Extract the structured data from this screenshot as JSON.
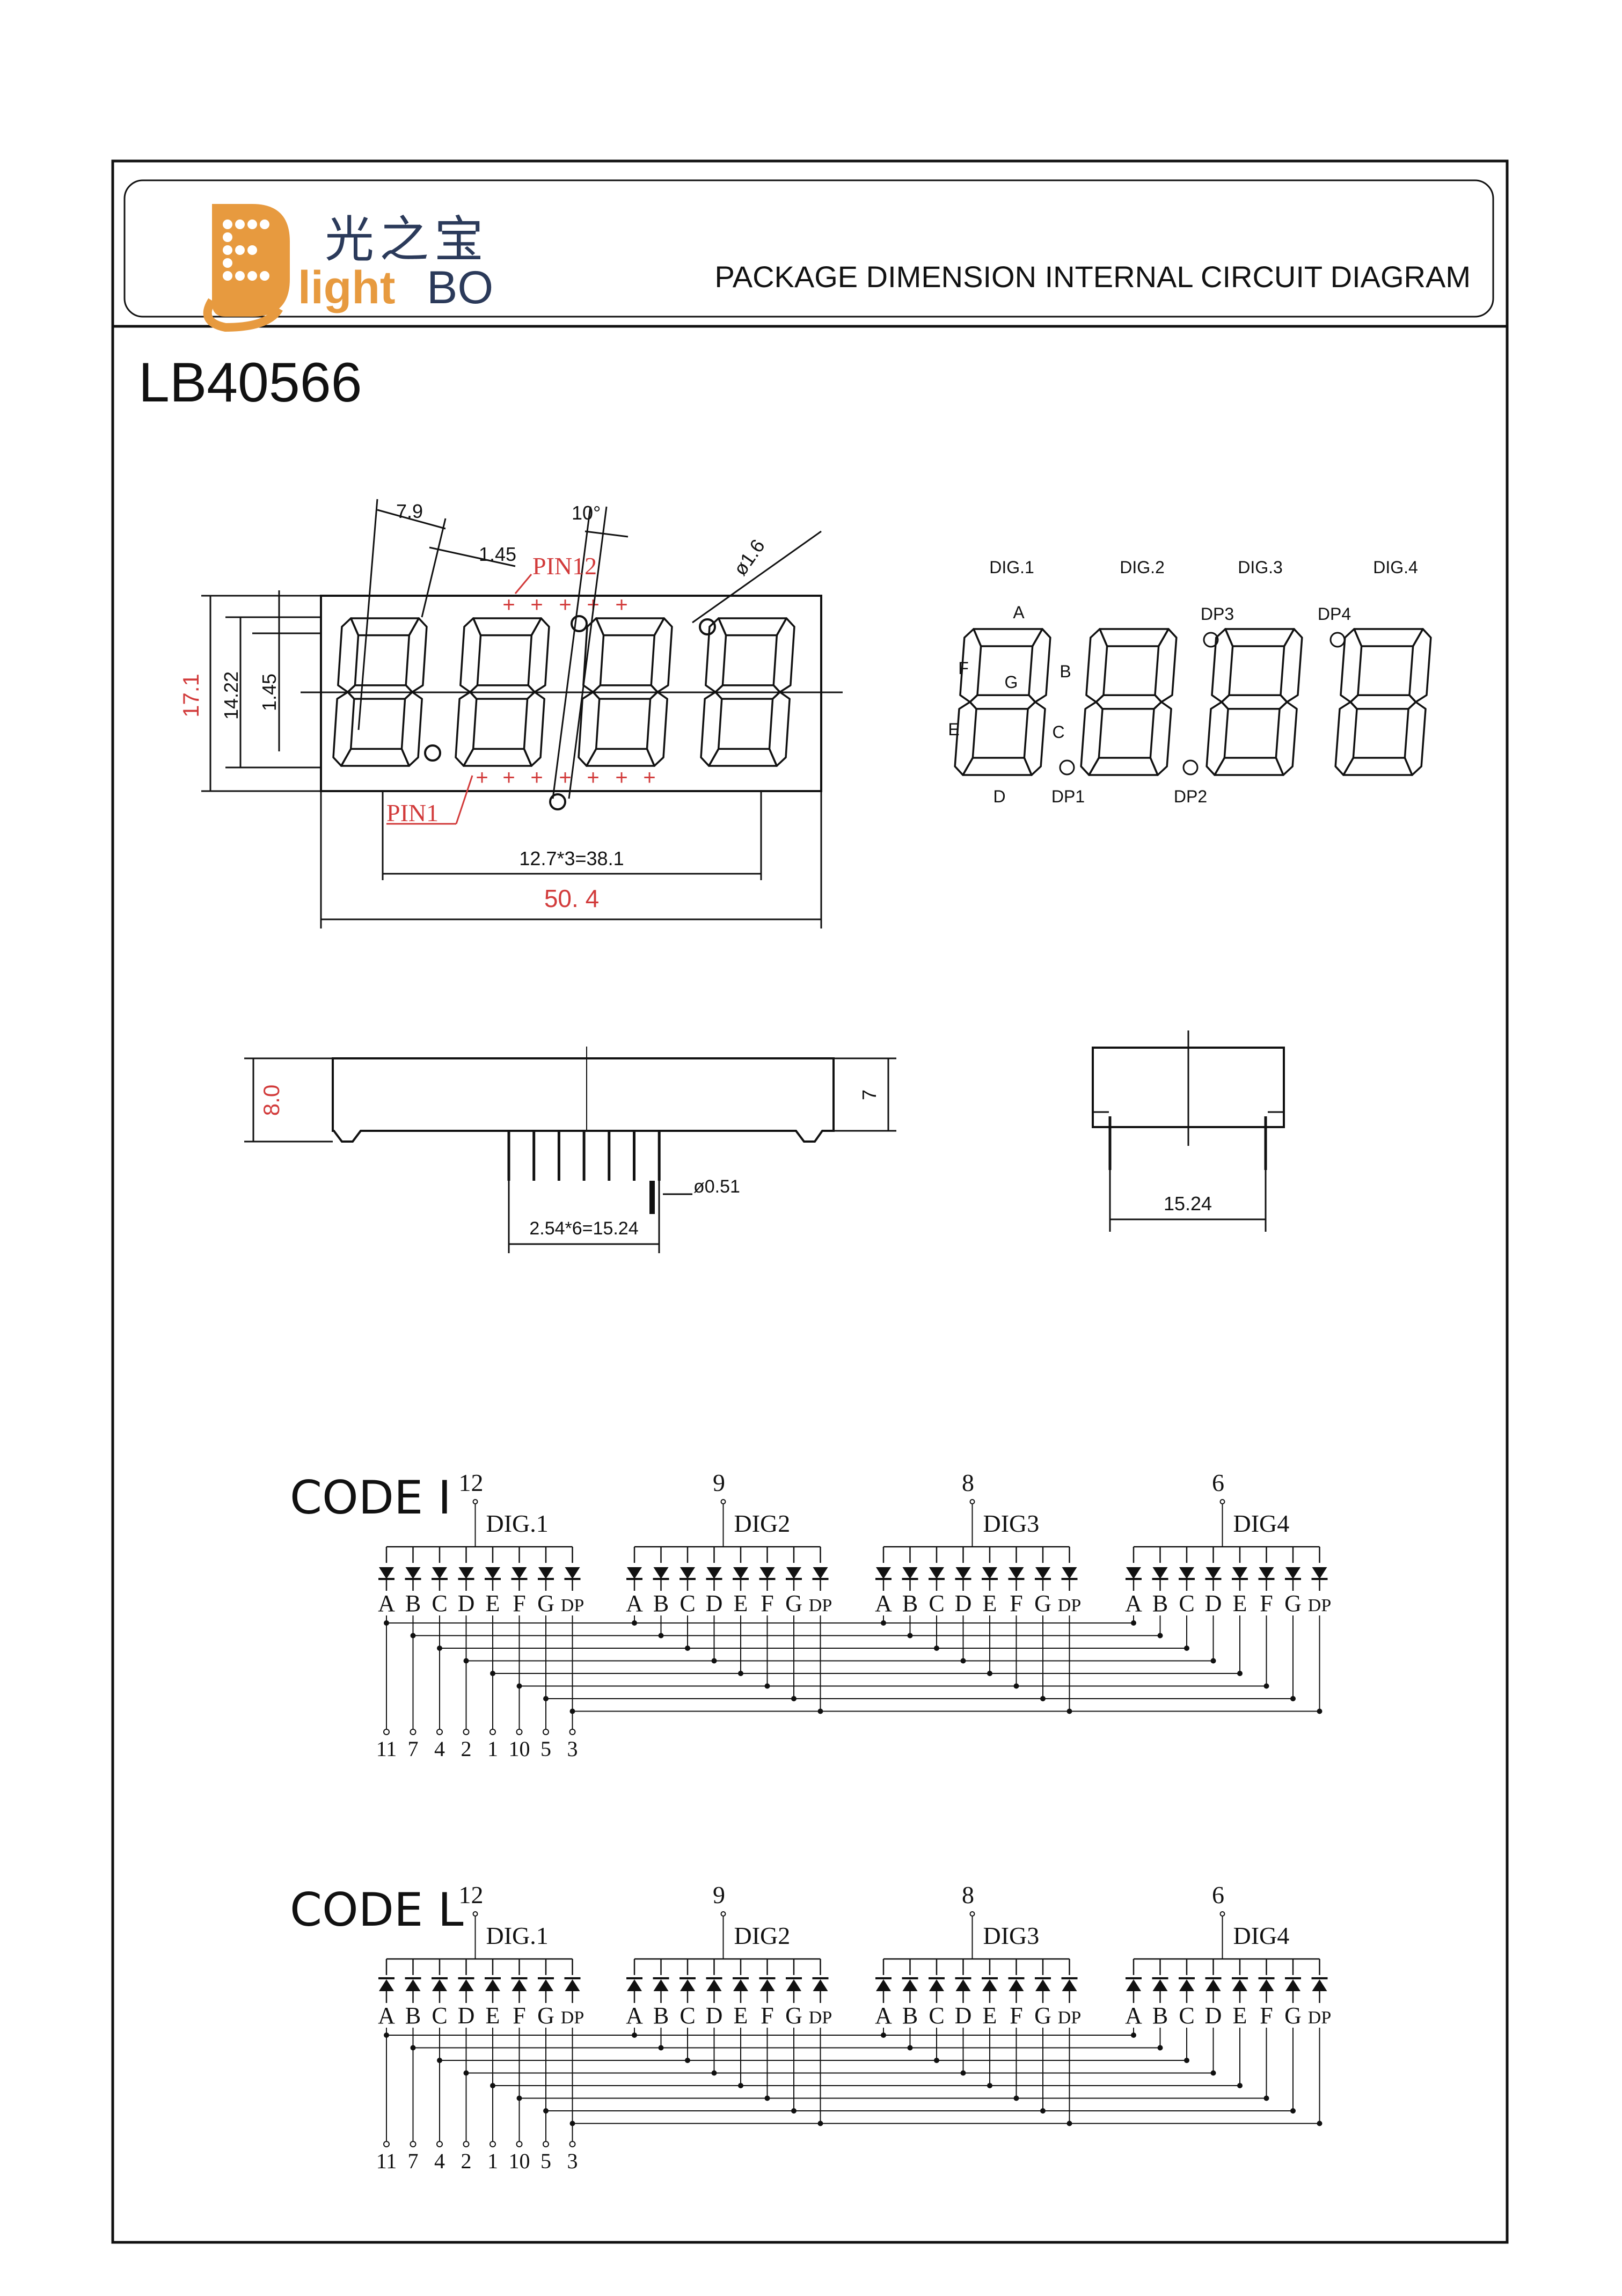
{
  "header": {
    "brand_cn": "光之宝",
    "brand_light": "light",
    "brand_bo": "BO",
    "title": "PACKAGE DIMENSION INTERNAL CIRCUIT DIAGRAM"
  },
  "part_number": "LB40566",
  "front_view": {
    "dim_top_width": "7.9",
    "dim_seg": "1.45",
    "dim_angle": "10°",
    "dim_hole": "ø1.6",
    "dim_height_total": "17.1",
    "dim_height_digit": "14.22",
    "dim_height_seg": "1.45",
    "pin12": "PIN12",
    "pin1": "PIN1",
    "dim_pitch": "12.7*3=38.1",
    "dim_width": "50. 4"
  },
  "side_view": {
    "dim_height": "8.0",
    "dim_body": "7",
    "dim_pin_dia": "ø0.51",
    "dim_pin_pitch": "2.54*6=15.24"
  },
  "end_view": {
    "dim_row_spacing": "15.24"
  },
  "digit_map": {
    "digits": [
      "DIG.1",
      "DIG.2",
      "DIG.3",
      "DIG.4"
    ],
    "segments": {
      "a": "A",
      "b": "B",
      "c": "C",
      "d": "D",
      "e": "E",
      "f": "F",
      "g": "G"
    },
    "dp": [
      "DP1",
      "DP2",
      "DP3",
      "DP4"
    ]
  },
  "circuits": [
    {
      "title": "CODE I",
      "polarity": "cathode",
      "digit_labels": [
        "DIG.1",
        "DIG2",
        "DIG3",
        "DIG4"
      ],
      "digit_pins": [
        "12",
        "9",
        "8",
        "6"
      ],
      "segments": [
        "A",
        "B",
        "C",
        "D",
        "E",
        "F",
        "G",
        "DP"
      ],
      "segment_pins": [
        "11",
        "7",
        "4",
        "2",
        "1",
        "10",
        "5",
        "3"
      ]
    },
    {
      "title": "CODE L",
      "polarity": "anode",
      "digit_labels": [
        "DIG.1",
        "DIG2",
        "DIG3",
        "DIG4"
      ],
      "digit_pins": [
        "12",
        "9",
        "8",
        "6"
      ],
      "segments": [
        "A",
        "B",
        "C",
        "D",
        "E",
        "F",
        "G",
        "DP"
      ],
      "segment_pins": [
        "11",
        "7",
        "4",
        "2",
        "1",
        "10",
        "5",
        "3"
      ]
    }
  ]
}
